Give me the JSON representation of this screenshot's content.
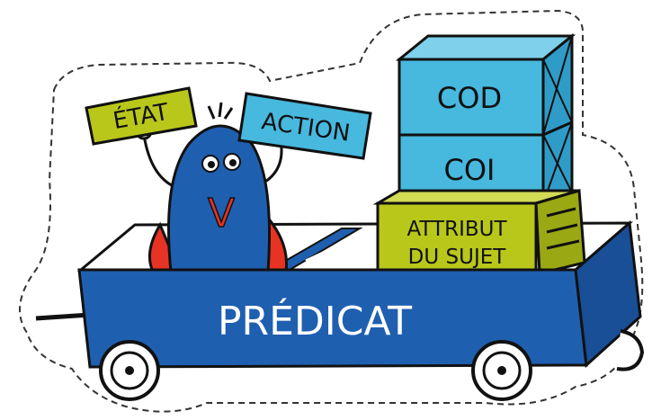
{
  "labels": {
    "etat": "ÉTAT",
    "action": "ACTION",
    "cod": "COD",
    "coi": "COI",
    "attribut_line1": "ATTRIBUT",
    "attribut_line2": "DU SUJET",
    "predicat": "PRÉDICAT"
  },
  "character": {
    "letter": "V",
    "body_color": "#1f5fb0",
    "letter_color": "#e63323"
  },
  "colors": {
    "cart_blue": "#1f5fb0",
    "box_cyan": "#47b8de",
    "box_olive": "#b8c71a",
    "outline": "#111111",
    "cut_line": "#333333"
  }
}
